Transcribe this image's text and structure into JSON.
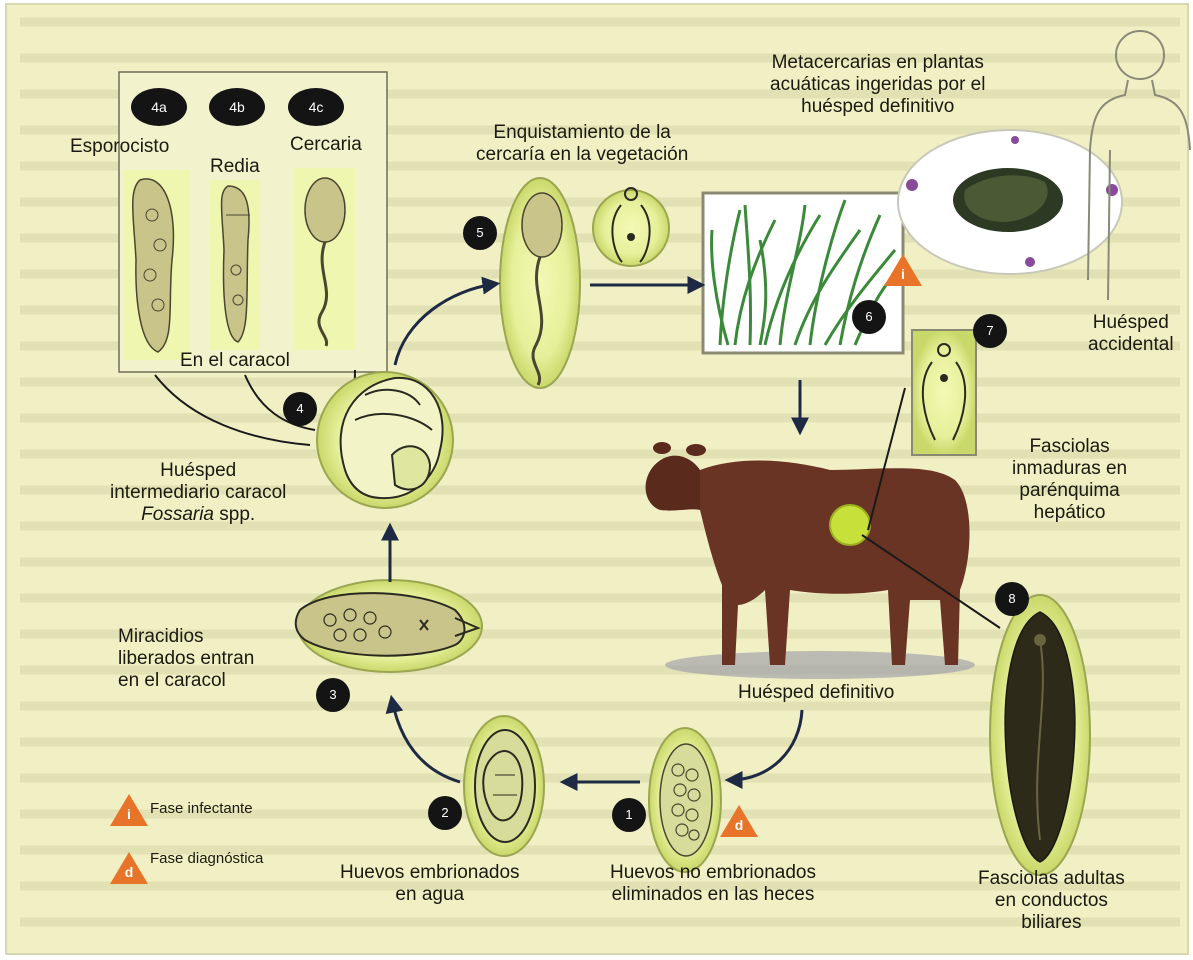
{
  "labels": {
    "stage_4a": "4a",
    "stage_4b": "4b",
    "stage_4c": "4c",
    "esporocisto": "Esporocisto",
    "redia": "Redia",
    "cercaria": "Cercaria",
    "en_el_caracol": "En el caracol",
    "enquistamiento": [
      "Enquistamiento de la",
      "cercaría en la vegetación"
    ],
    "metacercarias": [
      "Metacercarias en plantas",
      "acuáticas ingeridas por el",
      "huésped definitivo"
    ],
    "huesped_accidental": [
      "Huésped",
      "accidental"
    ],
    "huesped_intermediario": [
      "Huésped",
      "intermediario caracol"
    ],
    "fossaria": "Fossaria",
    "fossaria_suffix": " spp.",
    "fasciolas_inmaduras": [
      "Fasciolas",
      "inmaduras en",
      "parénquima",
      "hepático"
    ],
    "miracidios": [
      "Miracidios",
      "liberados entran",
      "en el caracol"
    ],
    "huesped_definitivo": "Huésped definitivo",
    "fasciolas_adultas": [
      "Fasciolas adultas",
      "en conductos",
      "biliares"
    ],
    "huevos_embrionados": [
      "Huevos embrionados",
      "en agua"
    ],
    "huevos_no_embrionados": [
      "Huevos no embrionados",
      "eliminados en las heces"
    ]
  },
  "stage_numbers": [
    "1",
    "2",
    "3",
    "4",
    "5",
    "6",
    "7",
    "8"
  ],
  "legend": {
    "infective_letter": "i",
    "infective_label": "Fase infectante",
    "diagnostic_letter": "d",
    "diagnostic_label": "Fase diagnóstica"
  },
  "colors": {
    "background": "#f0f0c4",
    "circle_fill": "#e6f09a",
    "badge": "#141414",
    "triangle": "#e8742a",
    "arrow": "#1e2a44",
    "cow": "#6a3424"
  }
}
